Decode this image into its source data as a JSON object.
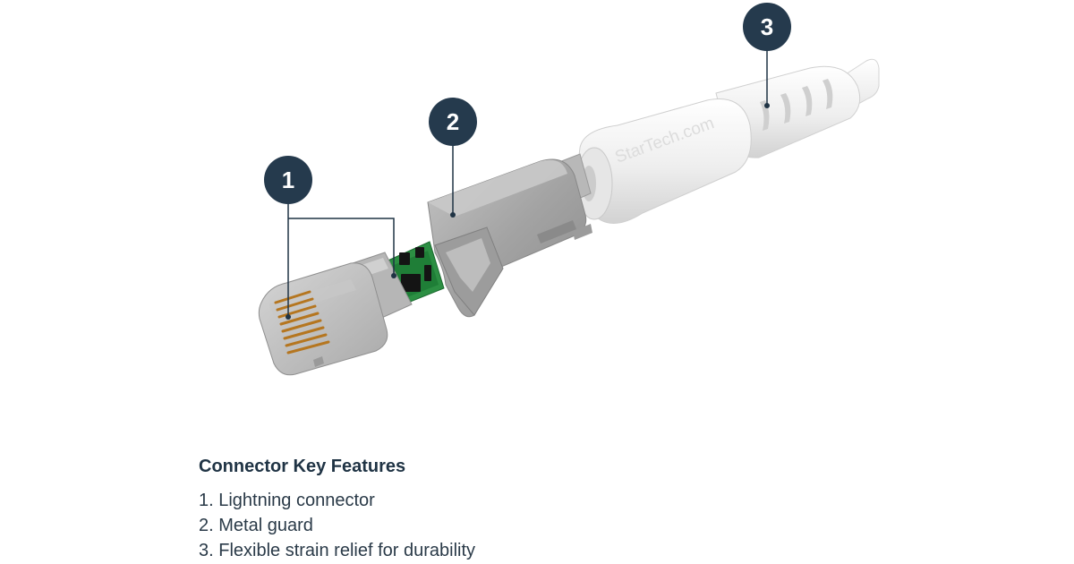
{
  "colors": {
    "callout": "#253a4d",
    "leader_line": "#1f3344",
    "metal": "#a9a9a9",
    "cable_white": "#f1f1f1",
    "pcb_green": "#1f8a3c",
    "pins_gold": "#c88a2c",
    "title_text": "#1f3344",
    "body_text": "#2a3a48"
  },
  "callouts": [
    {
      "number": "1",
      "icon": "lightning-connector-tip"
    },
    {
      "number": "2",
      "icon": "metal-guard"
    },
    {
      "number": "3",
      "icon": "strain-relief"
    }
  ],
  "brand_label": "StarTech.com",
  "features": {
    "title": "Connector Key Features",
    "items": [
      "1. Lightning connector",
      "2. Metal guard",
      "3. Flexible strain relief for durability"
    ]
  }
}
